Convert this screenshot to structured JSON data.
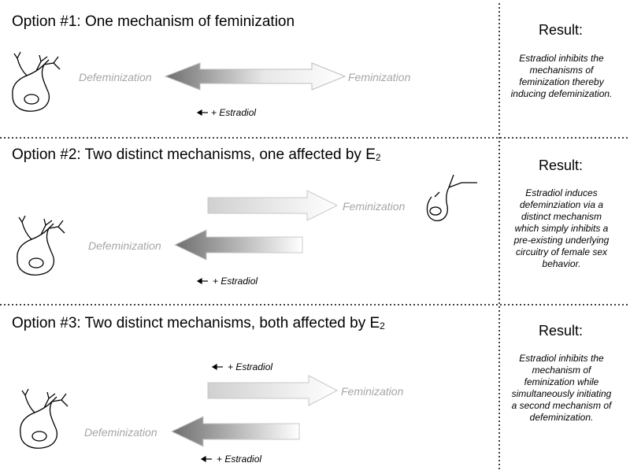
{
  "options": [
    {
      "title": "Option #1:  One mechanism of feminization",
      "result_heading": "Result:",
      "result_text": "Estradiol inhibits the mechanisms of feminization thereby inducing defeminization.",
      "labels": {
        "defeminization": "Defeminization",
        "feminization": "Feminization",
        "estradiol": "+ Estradiol"
      }
    },
    {
      "title_main": "Option #2:  Two distinct mechanisms, one affected by E",
      "title_sub": "2",
      "result_heading": "Result:",
      "result_text": "Estradiol induces defeminziation via a distinct mechanism which simply inhibits a pre-existing underlying circuitry of female sex behavior.",
      "labels": {
        "defeminization": "Defeminization",
        "feminization": "Feminization",
        "estradiol": "+ Estradiol"
      }
    },
    {
      "title_main": "Option #3:  Two distinct mechanisms, both affected by E",
      "title_sub": "2",
      "result_heading": "Result:",
      "result_text": "Estradiol inhibits the mechanism of feminization while simultaneously initiating a second mechanism of defeminization.",
      "labels": {
        "defeminization": "Defeminization",
        "feminization": "Feminization",
        "estradiol_top": "+ Estradiol",
        "estradiol_bottom": "+ Estradiol"
      }
    }
  ],
  "colors": {
    "arrow_dark": "#7a7a7a",
    "arrow_light": "#ffffff",
    "outline": "#bdbdbd",
    "label_gray": "#a6a6a6",
    "divider": "#000000"
  }
}
